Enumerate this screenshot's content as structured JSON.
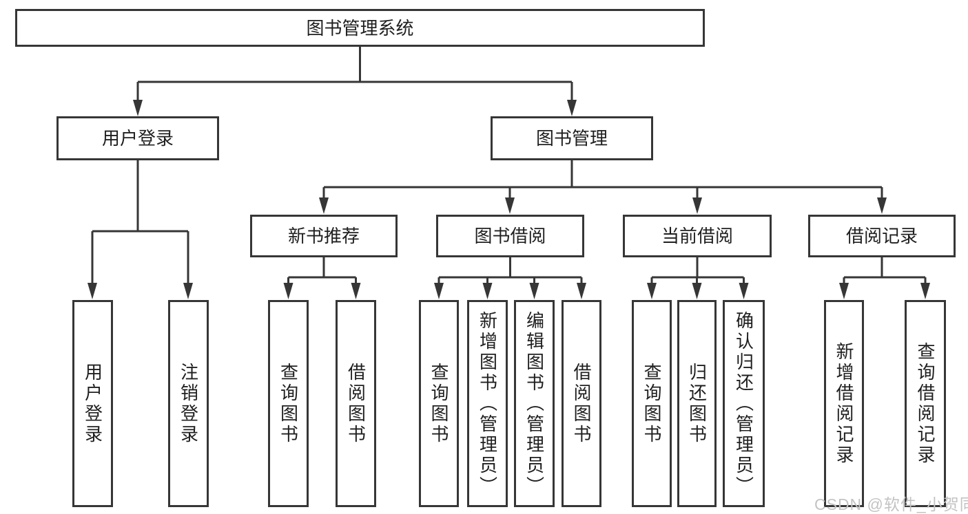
{
  "diagram": {
    "root": {
      "label": "图书管理系统"
    },
    "level1": [
      {
        "label": "用户登录"
      },
      {
        "label": "图书管理"
      }
    ],
    "login_children": [
      {
        "label": "用户登录"
      },
      {
        "label": "注销登录"
      }
    ],
    "modules": [
      {
        "label": "新书推荐",
        "children": [
          {
            "label": "查询图书"
          },
          {
            "label": "借阅图书"
          }
        ]
      },
      {
        "label": "图书借阅",
        "children": [
          {
            "label": "查询图书"
          },
          {
            "label": "新增图书（管理员）"
          },
          {
            "label": "编辑图书（管理员）"
          },
          {
            "label": "借阅图书"
          }
        ]
      },
      {
        "label": "当前借阅",
        "children": [
          {
            "label": "查询图书"
          },
          {
            "label": "归还图书"
          },
          {
            "label": "确认归还（管理员）"
          }
        ]
      },
      {
        "label": "借阅记录",
        "children": [
          {
            "label": "新增借阅记录"
          },
          {
            "label": "查询借阅记录"
          }
        ]
      }
    ]
  },
  "watermark": {
    "text": "CSDN @软件_小贺同学"
  },
  "colors": {
    "line": "#363636",
    "box_background": "#ffffff",
    "text": "#1f1f1f",
    "watermark": "#c3c3c3"
  }
}
